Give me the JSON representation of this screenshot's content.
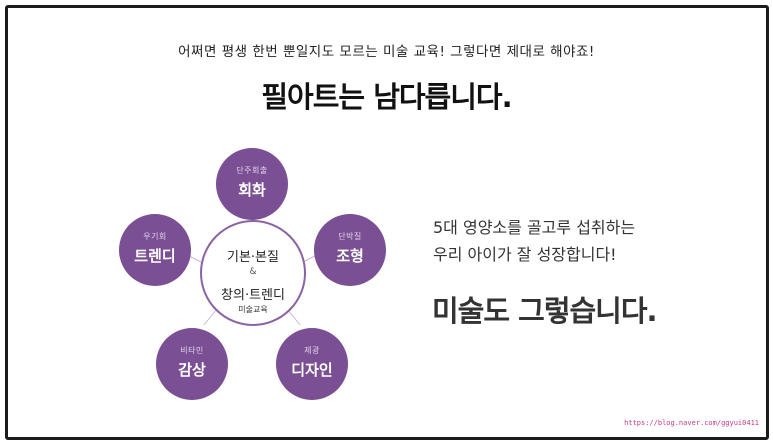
{
  "top": {
    "subtitle": "어쩌면 평생 한번 뿐일지도 모르는 미술 교육! 그렇다면 제대로 해야죠!",
    "headline": "필아트는 남다릅니다."
  },
  "diagram": {
    "center": {
      "line1": "기본·본질",
      "amp": "&",
      "line2": "창의·트렌디",
      "caption": "미술교육"
    },
    "nodes": {
      "top": {
        "small": "단주회출",
        "label": "회화"
      },
      "right": {
        "small": "단박질",
        "label": "조형"
      },
      "bottom_right": {
        "small": "제광",
        "label": "디자인"
      },
      "bottom_left": {
        "small": "비타민",
        "label": "감상"
      },
      "left": {
        "small": "우기회",
        "label": "트렌디"
      }
    }
  },
  "right": {
    "line1": "5대 영양소를 골고루 섭취하는",
    "line2": "우리 아이가 잘 성장합니다!",
    "strong": "미술도 그렇습니다."
  },
  "footer": {
    "credit": "https://blog.naver.com/ggyui0411"
  }
}
